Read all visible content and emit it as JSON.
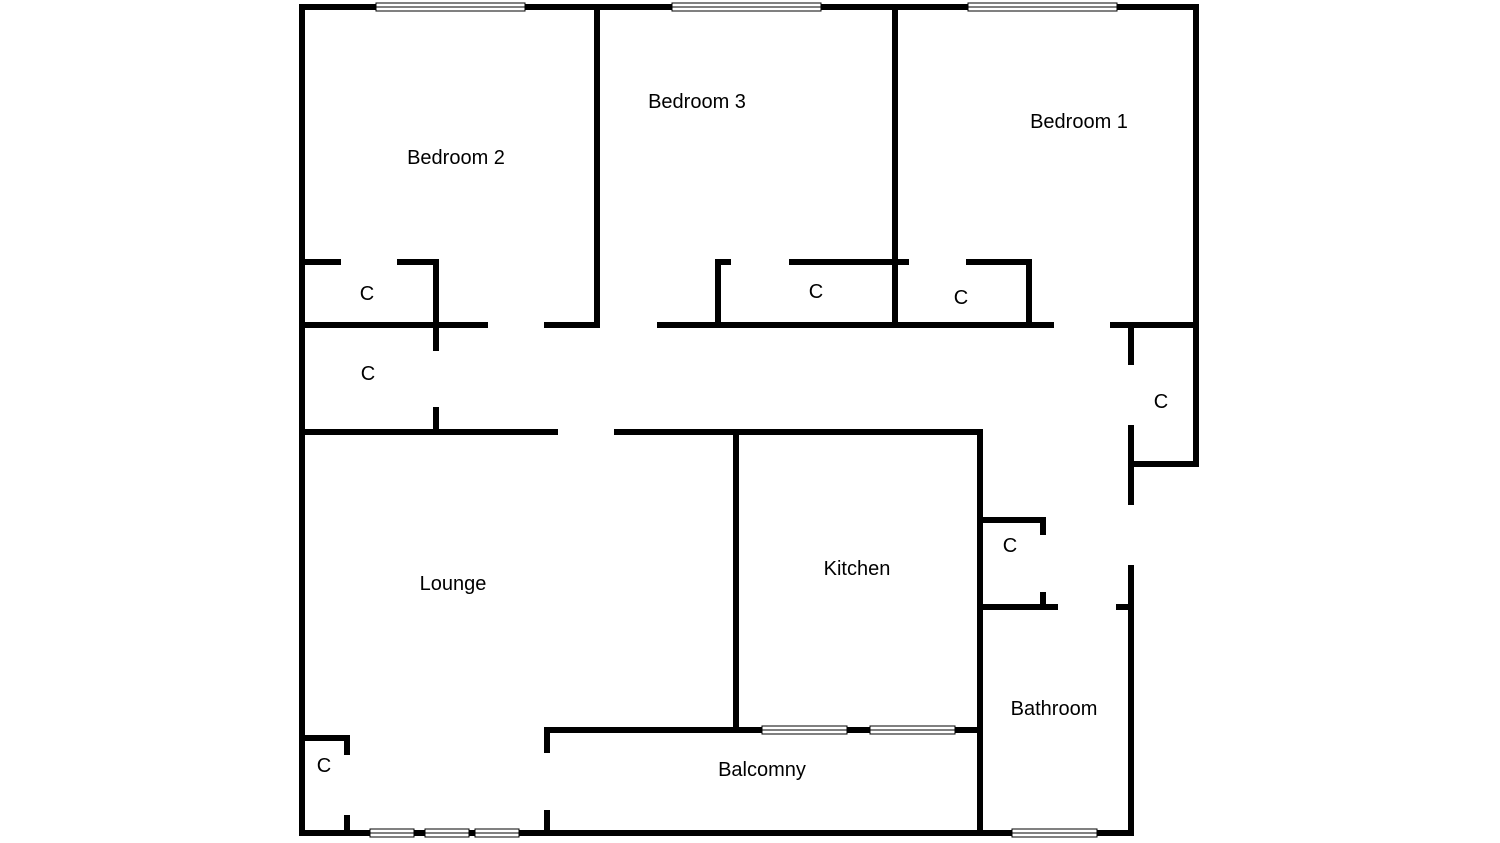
{
  "rooms": {
    "bedroom_2": "Bedroom 2",
    "bedroom_3": "Bedroom 3",
    "bedroom_1": "Bedroom 1",
    "lounge": "Lounge",
    "kitchen": "Kitchen",
    "bathroom": "Bathroom",
    "balcony": "Balcomny"
  },
  "cupboards": {
    "bedroom_2_cupboard": "C",
    "hall_cupboard_west": "C",
    "bedroom_3_cupboard": "C",
    "bedroom_1_cupboard": "C",
    "hall_cupboard_east": "C",
    "hall_cupboard_south": "C",
    "lounge_cupboard": "C"
  },
  "colors": {
    "wall": "#000000",
    "background": "#ffffff"
  }
}
